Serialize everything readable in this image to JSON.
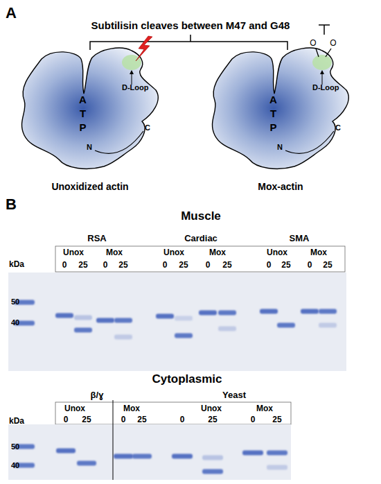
{
  "diagram": {
    "nodes": [
      {
        "text": [
          "ATP",
          "N",
          "C",
          "Unoxidized actin"
        ]
      },
      {
        "text": [
          "ATP",
          "N",
          "C",
          "Mox-actin"
        ]
      }
    ],
    "labels": [
      "A",
      "Subtilisin cleaves between M47 and G48",
      "D-Loop",
      "O",
      "O",
      "D-Loop",
      "B",
      "Muscle",
      "RSA",
      "Cardiac",
      "SMA",
      "kDa",
      "Unox",
      "Mox",
      "Unox",
      "Mox",
      "Unox",
      "Mox",
      "0",
      "25",
      "0",
      "25",
      "0",
      "25",
      "0",
      "25",
      "0",
      "25",
      "0",
      "25",
      "50",
      "40",
      "Cytoplasmic",
      "β/ɣ",
      "Yeast",
      "kDa",
      "Unox",
      "Mox",
      "Unox",
      "Mox",
      "0",
      "25",
      "0",
      "25",
      "0",
      "25",
      "0",
      "25",
      "50",
      "40"
    ]
  }
}
